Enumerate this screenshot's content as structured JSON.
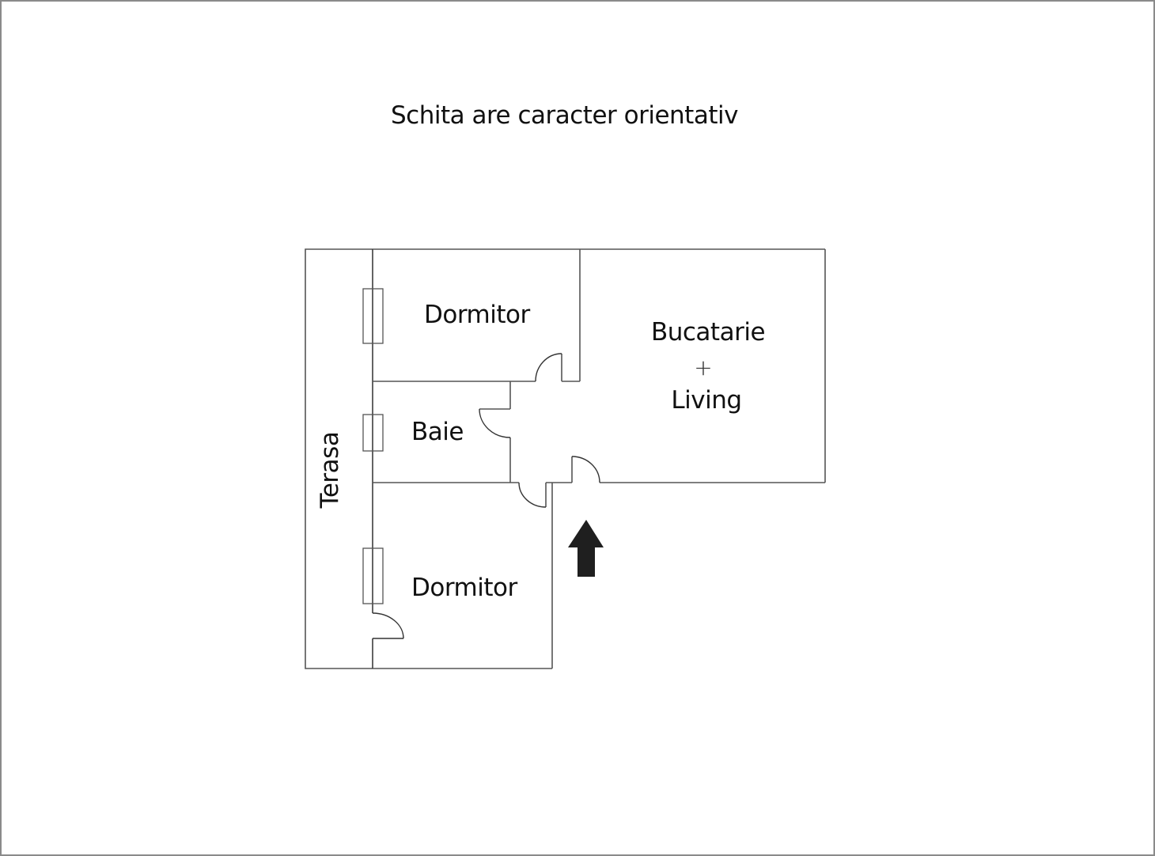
{
  "title": "Schita are caracter orientativ",
  "rooms": {
    "dormitor_top": {
      "label": "Dormitor"
    },
    "baie": {
      "label": "Baie"
    },
    "bucatarie_living": {
      "line1": "Bucatarie",
      "plus": "+",
      "line2": "Living"
    },
    "dormitor_bottom": {
      "label": "Dormitor"
    },
    "terasa": {
      "label": "Terasa"
    }
  },
  "entrance_arrow": {
    "direction": "up",
    "color": "#1f1f1f"
  },
  "colors": {
    "frame_border": "#8a8a8a",
    "walls": "#555555",
    "text": "#111111",
    "background": "#ffffff"
  }
}
